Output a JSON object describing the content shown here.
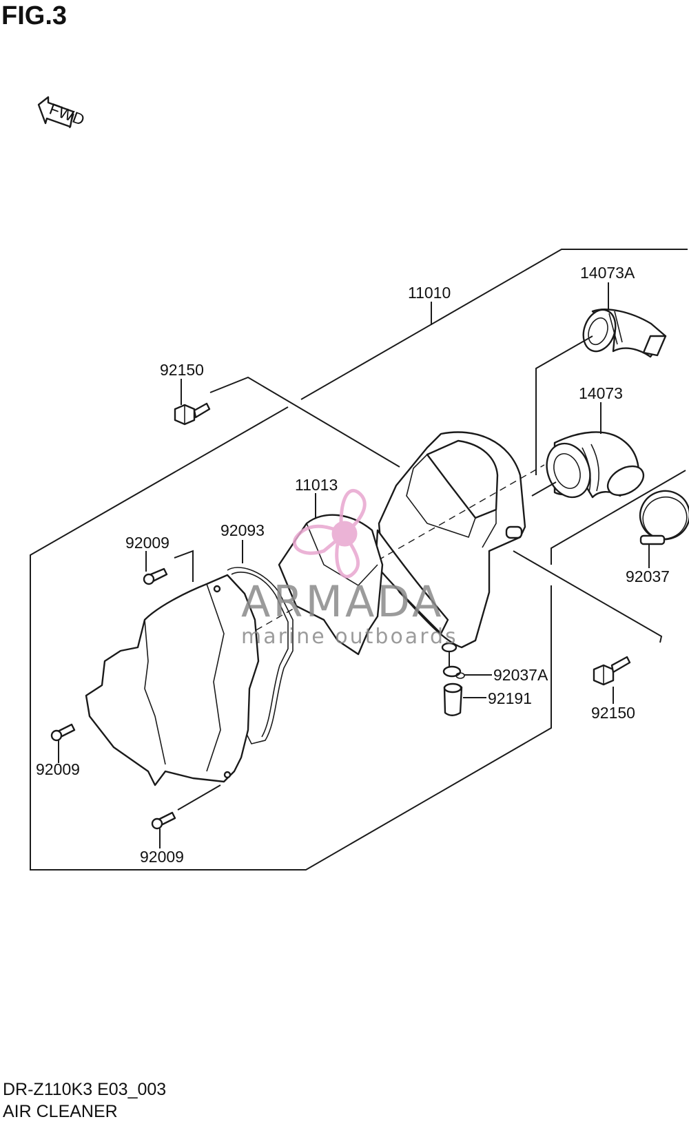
{
  "figure": {
    "title": "FIG.3",
    "code": "DR-Z110K3 E03_003",
    "name": "AIR CLEANER",
    "direction_label": "FWD"
  },
  "parts": [
    {
      "id": "p11010",
      "number": "11010"
    },
    {
      "id": "p14073a",
      "number": "14073A"
    },
    {
      "id": "p14073",
      "number": "14073"
    },
    {
      "id": "p92150a",
      "number": "92150"
    },
    {
      "id": "p11013",
      "number": "11013"
    },
    {
      "id": "p92093",
      "number": "92093"
    },
    {
      "id": "p92009a",
      "number": "92009"
    },
    {
      "id": "p92037",
      "number": "92037"
    },
    {
      "id": "p92037a",
      "number": "92037A"
    },
    {
      "id": "p92191",
      "number": "92191"
    },
    {
      "id": "p92150b",
      "number": "92150"
    },
    {
      "id": "p92009b",
      "number": "92009"
    },
    {
      "id": "p92009c",
      "number": "92009"
    }
  ],
  "watermark": {
    "brand": "ARMADA",
    "tagline": "marine outboards",
    "color_text": "#8a8a8a",
    "color_logo": "#e8a6cf"
  },
  "colors": {
    "line": "#1a1a1a",
    "background": "#ffffff"
  }
}
